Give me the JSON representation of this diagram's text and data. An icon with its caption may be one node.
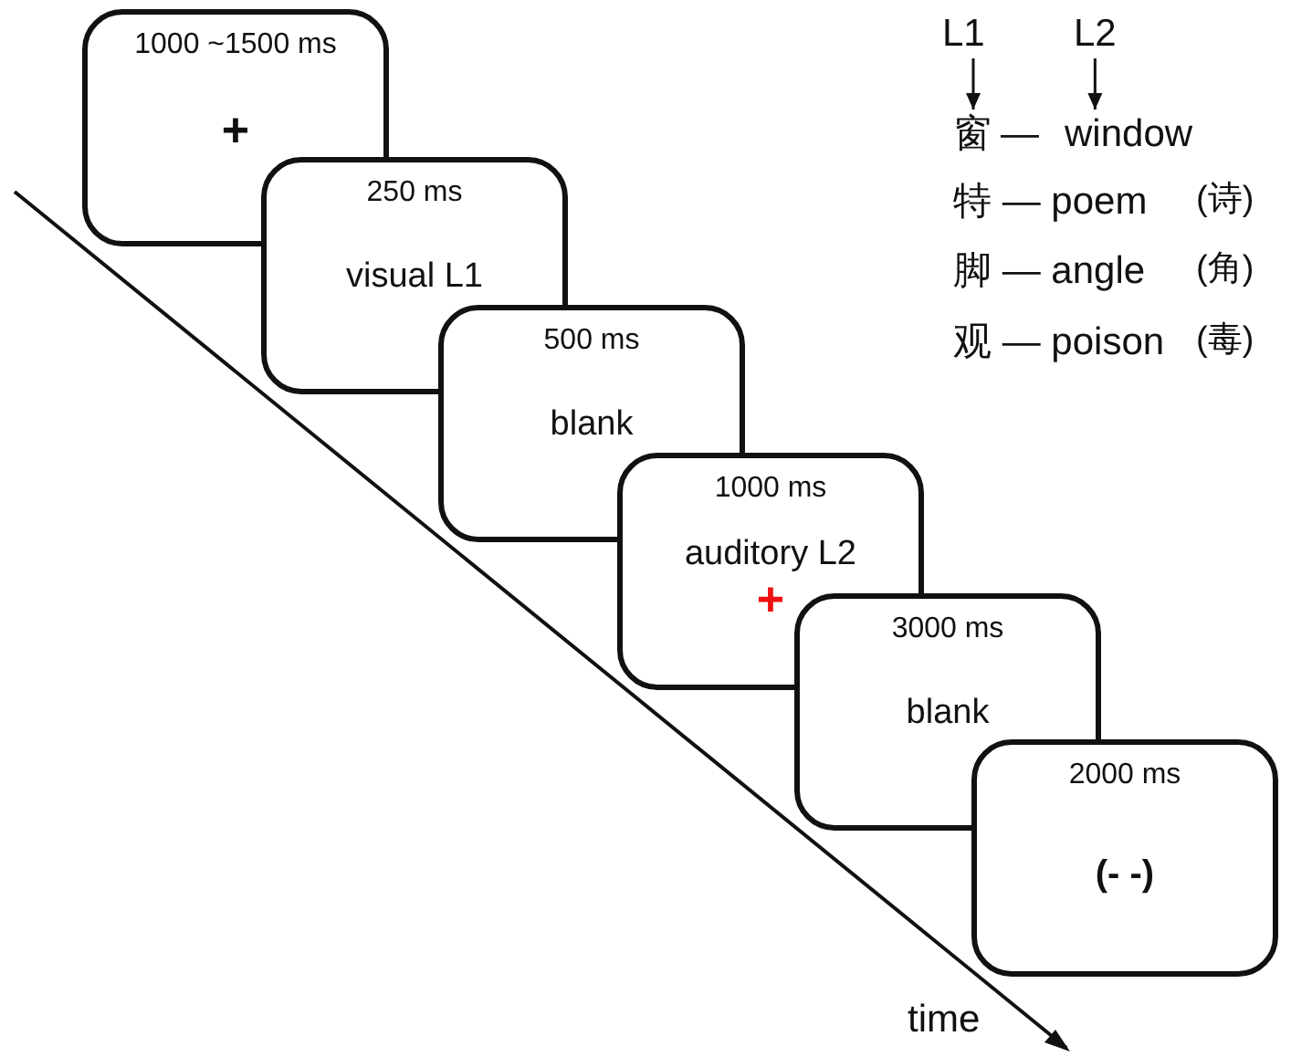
{
  "diagram": {
    "nodes": [
      {
        "text": [
          "1000 ~1500 ms",
          "+"
        ]
      },
      {
        "text": [
          "250 ms",
          "visual  L1"
        ]
      },
      {
        "text": [
          "500 ms",
          "blank"
        ]
      },
      {
        "text": [
          "1000 ms",
          "auditory L2",
          "+"
        ]
      },
      {
        "text": [
          "3000 ms",
          "blank"
        ]
      },
      {
        "text": [
          "2000 ms",
          "(- -)"
        ]
      },
      {
        "text": [
          "L1"
        ]
      },
      {
        "text": [
          "L2"
        ]
      },
      {
        "text": [
          "窗"
        ]
      },
      {
        "text": [
          "window"
        ]
      }
    ],
    "edges": [
      {
        "from": 6,
        "to": 8,
        "arrow": "to"
      },
      {
        "from": 7,
        "to": 9,
        "arrow": "to"
      }
    ],
    "labels": [
      "—",
      "特 — poem",
      "(诗)",
      "脚 — angle",
      "(角)",
      "观 — poison",
      "(毒)",
      "time"
    ]
  }
}
